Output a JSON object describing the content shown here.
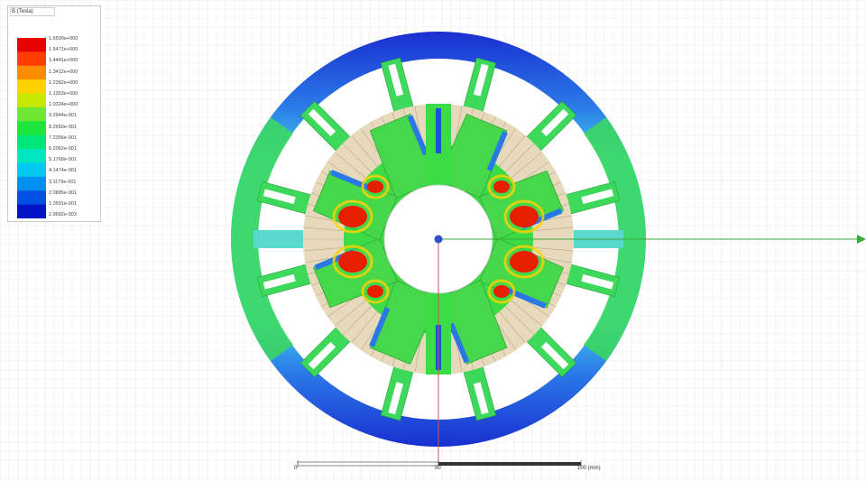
{
  "legend": {
    "title": "B (Tesla)",
    "ticks": [
      "1.6500e+000",
      "1.5471e+000",
      "1.4441e+000",
      "1.3412e+000",
      "1.2382e+000",
      "1.1353e+000",
      "1.0324e+000",
      "9.2944e-001",
      "8.2650e-001",
      "7.2356e-001",
      "6.2062e-001",
      "5.1768e-001",
      "4.1474e-001",
      "3.1179e-001",
      "2.0885e-001",
      "1.0591e-001",
      "2.9682e-003"
    ],
    "colors": [
      "#e80000",
      "#ff3c00",
      "#ff8c00",
      "#ffd200",
      "#c8e600",
      "#6ee632",
      "#1ee63c",
      "#00e678",
      "#00e6be",
      "#00c8f0",
      "#0090f0",
      "#0050e6",
      "#0014c8"
    ]
  },
  "ruler": {
    "labels": [
      "0",
      "50",
      "100 (mm)"
    ]
  },
  "colors": {
    "grid": "#e3e3e3",
    "grid_minor": "#f0f0f0",
    "axis_x": "#3aa83a",
    "axis_y": "#c05a5a",
    "origin": "#3050c8",
    "stator_yoke": "#40e6e6",
    "stator_yoke_dense": "#1e3cd2",
    "tooth": "#32dc3c",
    "rotor_pole": "#3cdc46",
    "coil": "#e8dcc0",
    "hot_spot": "#e81e00"
  }
}
